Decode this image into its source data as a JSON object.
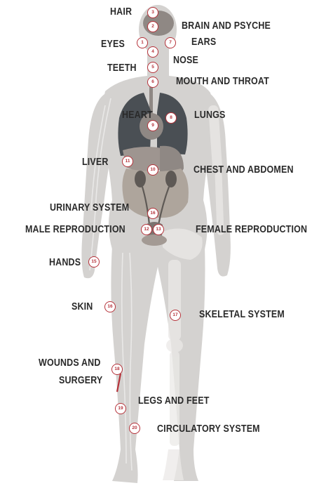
{
  "labels": {
    "hair": "HAIR",
    "brain": "BRAIN AND PSYCHE",
    "ears": "EARS",
    "eyes": "EYES",
    "nose": "NOSE",
    "teeth": "TEETH",
    "mouth": "MOUTH AND THROAT",
    "heart": "HEART",
    "lungs": "LUNGS",
    "liver": "LIVER",
    "chest": "CHEST AND ABDOMEN",
    "urinary": "URINARY SYSTEM",
    "male": "MALE REPRODUCTION",
    "female": "FEMALE REPRODUCTION",
    "hands": "HANDS",
    "skin": "SKIN",
    "skeletal": "SKELETAL SYSTEM",
    "wounds1": "WOUNDS AND",
    "wounds2": "SURGERY",
    "legs": "LEGS AND FEET",
    "circulatory": "CIRCULATORY SYSTEM"
  },
  "markers": {
    "m1": "1",
    "m2": "2",
    "m3": "3",
    "m4": "4",
    "m5": "5",
    "m6": "6",
    "m7": "7",
    "m8": "8",
    "m9": "9",
    "m10": "10",
    "m11": "11",
    "m12": "12",
    "m13": "13",
    "m14": "14",
    "m15": "15",
    "m16": "16",
    "m17": "17",
    "m18": "18",
    "m19": "19",
    "m20": "20"
  },
  "colors": {
    "body": "#d4d2d0",
    "body_shade": "#bdbbb9",
    "skeleton": "#ebe9e7",
    "lungs": "#4a4f54",
    "organs": "#8f8884",
    "intestine": "#aea59c",
    "marker": "#b5323a",
    "text": "#2a2a2a"
  }
}
